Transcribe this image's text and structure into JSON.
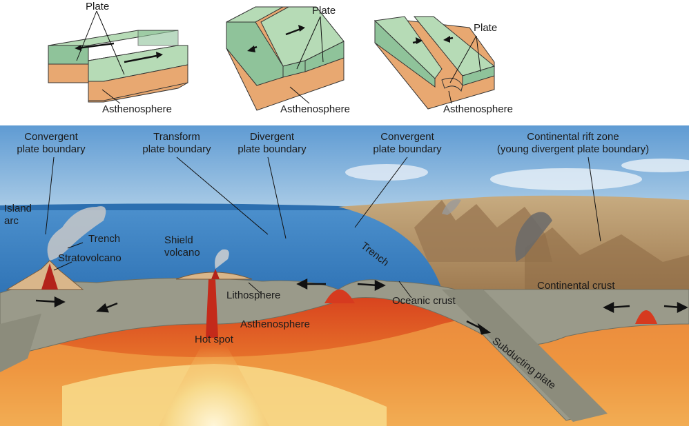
{
  "top_blocks": {
    "transform": {
      "plate_label": "Plate",
      "asthenosphere_label": "Asthenosphere"
    },
    "divergent": {
      "plate_label": "Plate",
      "asthenosphere_label": "Asthenosphere"
    },
    "convergent": {
      "plate_label": "Plate",
      "asthenosphere_label": "Asthenosphere"
    }
  },
  "cross_section": {
    "boundary_labels": {
      "convergent_left": [
        "Convergent",
        "plate boundary"
      ],
      "transform": [
        "Transform",
        "plate boundary"
      ],
      "divergent": [
        "Divergent",
        "plate boundary"
      ],
      "convergent_right": [
        "Convergent",
        "plate boundary"
      ],
      "rift": [
        "Continental rift zone",
        "(young divergent plate boundary)"
      ]
    },
    "feature_labels": {
      "island_arc": [
        "Island",
        "arc"
      ],
      "trench_left": "Trench",
      "stratovolcano": "Stratovolcano",
      "shield_volcano": [
        "Shield",
        "volcano"
      ],
      "lithosphere": "Lithosphere",
      "asthenosphere": "Asthenosphere",
      "hot_spot": "Hot spot",
      "trench_right": "Trench",
      "oceanic_crust": "Oceanic crust",
      "continental_crust": "Continental crust",
      "subducting_plate": "Subducting plate"
    }
  },
  "colors": {
    "plate_top": "#b6dbb6",
    "plate_side": "#8fc39a",
    "asthenosphere_block": "#e8a871",
    "sky": "#6ea6d8",
    "ocean": "#3f86c6",
    "lithosphere": "#9a9a8a",
    "mantle_red": "#d8431e",
    "mantle_yellow": "#f2c35a",
    "land": "#b59468"
  }
}
